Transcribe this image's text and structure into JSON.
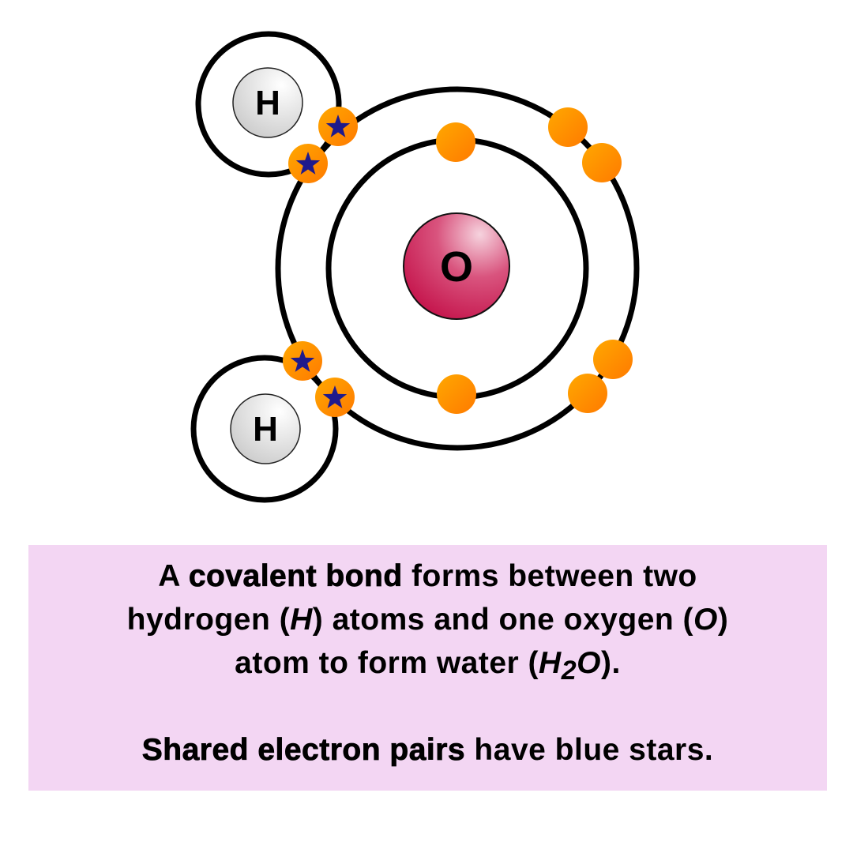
{
  "colors": {
    "shell": "#000000",
    "electron": "#ff8c00",
    "star": "#1f1a8c",
    "oxygen_nucleus": "#c8184e",
    "hydrogen_nucleus": "#e0e0e0",
    "caption_background": "#f3d6f3"
  },
  "atoms": {
    "oxygen_label": "O",
    "hydrogen_top_label": "H",
    "hydrogen_bottom_label": "H"
  },
  "electrons": [
    {
      "shell": "hydrogen-top",
      "shared": true
    },
    {
      "shell": "hydrogen-top",
      "shared": true
    },
    {
      "shell": "oxygen-inner",
      "shared": false
    },
    {
      "shell": "oxygen-inner",
      "shared": false
    },
    {
      "shell": "oxygen-outer",
      "shared": false
    },
    {
      "shell": "oxygen-outer",
      "shared": false
    },
    {
      "shell": "oxygen-outer",
      "shared": false
    },
    {
      "shell": "oxygen-outer",
      "shared": false
    },
    {
      "shell": "hydrogen-bottom",
      "shared": true
    },
    {
      "shell": "hydrogen-bottom",
      "shared": true
    }
  ],
  "caption": {
    "l1_a": "A ",
    "l1_b": "covalent bond",
    "l1_c": " forms between two",
    "l2_a": "hydrogen (",
    "l2_b": "H",
    "l2_c": ") atoms and one oxygen (",
    "l2_d": "O",
    "l2_e": ")",
    "l3_a": "atom to form water (",
    "l3_b": "H",
    "l3_c": "2",
    "l3_d": "O",
    "l3_e": ").",
    "l4_a": "Shared electron pairs",
    "l4_b": " have blue stars."
  }
}
